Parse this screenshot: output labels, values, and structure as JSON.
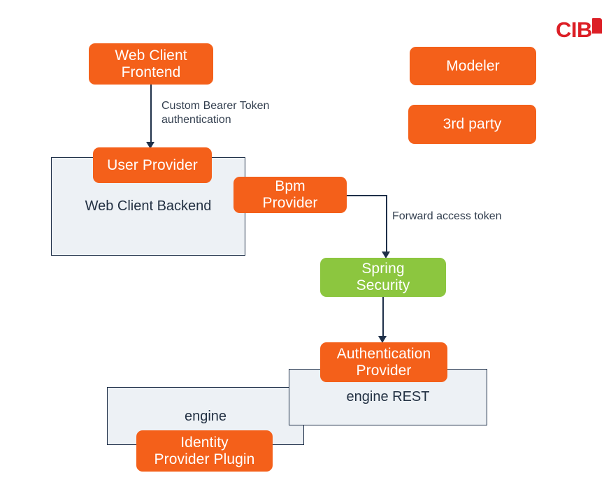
{
  "logo": {
    "name": "CIB",
    "text": "CIB",
    "color": "#DC1F26"
  },
  "colors": {
    "orange": "#F4601A",
    "green": "#8CC63F",
    "container_fill": "#EDF1F5",
    "container_border": "#1F3049",
    "connector": "#1F3049",
    "label_text": "#333F4F"
  },
  "nodes": {
    "web_client_frontend": "Web Client\nFrontend",
    "user_provider": "User Provider",
    "bpm_provider": "Bpm\nProvider",
    "modeler": "Modeler",
    "third_party": "3rd party",
    "spring_security": "Spring\nSecurity",
    "authentication_provider": "Authentication\nProvider",
    "identity_provider_plugin": "Identity\nProvider Plugin"
  },
  "containers": {
    "web_client_backend": "Web Client Backend",
    "engine_rest": "engine REST",
    "engine": "engine"
  },
  "edges": {
    "custom_bearer_token": "Custom Bearer Token\nauthentication",
    "forward_access_token": "Forward access token"
  }
}
